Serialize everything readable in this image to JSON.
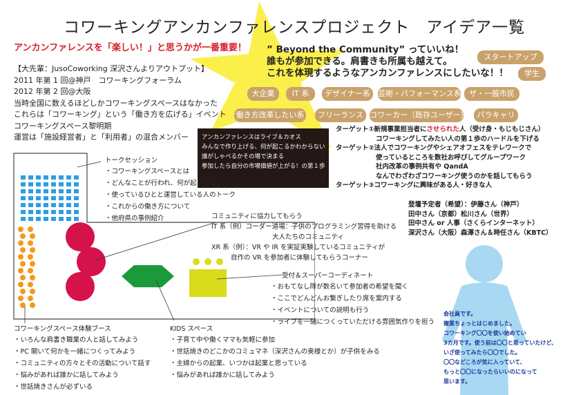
{
  "title": "コワーキングアンカンファレンスプロジェクト　アイデア一覧",
  "subtitle": "アンカンファレンスを「楽しい！」と思うかが一番重要！",
  "intro_lines": [
    "【大先輩：JusoCoworking 深沢さんよりアウトプット】",
    "2011 年第 1 回@神戸　コワーキングフォーラム",
    "2012 年第 2 回@大阪",
    "当時全国に数えるほどしかコワーキングスペースはなかった",
    "これらは「コワーキング」という「働き方を広げる」イベント",
    "コワーキングスペース黎明期",
    "運営は「施設経営者」と「利用者」の混合メンバー"
  ],
  "beyond_lines": [
    "” Beyond the Community” っていいね！",
    "誰もが参加できる。肩書きも所属も越えて。",
    "これを体現するようなアンカンファレンスにしたいな！！"
  ],
  "tags": [
    "スタートアップ",
    "学生",
    "大企業",
    "IT 系",
    "デザイナー系",
    "芸術・パフォーマンス系",
    "ザ・一般市民",
    "働き方改革したい系",
    "フリーランス",
    "コワーカー（既存ユーザー）",
    "パラキャリ"
  ],
  "black_box_lines": [
    "アンカンファレンスはライブ＆カオス",
    "みんなで作り上げる、何が起こるかわからない",
    "誰がしゃべるかその場で決まる",
    "参加したら自分の市場価値が上がる！の第１歩"
  ],
  "targets": {
    "t1_a": "ターゲット①新規事業担当者に",
    "t1_red": "させられた",
    "t1_b": "人（受け身・もじもじさん）",
    "t1_line2": "コワーキングしてみたい人の第１歩のハードルを下げる",
    "t2_line1": "ターゲット②法人でコワーキングやシェアオフェスをテレワークで",
    "t2_line2": "使っているところを数社お呼びしてグループワーク",
    "t2_line3": "社内改革の事例共有や QandA",
    "t2_line4": "なんでわざわざコワーキング使うのかを話してもらう",
    "t3": "ターゲット③コワーキングに興味がある人・好きな人"
  },
  "speakers": [
    "登壇予定者（希望）：伊藤さん（神戸）",
    "田中さん（京都）松川さん（世界）",
    "田中さん or 人事（さくらインターネット）",
    "深沢さん（大阪）森澤さん＆時任さん（KBTC）"
  ],
  "talk_session": {
    "heading": "トークセッション",
    "items": [
      "・コワーキングスペースとは",
      "・どんなことが行われ、何が起きるのか",
      "・使っているひとと運営している人のトーク",
      "・これからの働き方について",
      "・他府県の事例紹介"
    ]
  },
  "community": {
    "lines": [
      "コミュニティに協力してもらう",
      "IT 系（例）コーダー道場：子供のプログラミング習得を助ける",
      "大人たちのコミュニティ",
      "XR 系（例）：VR や IR を実証実験しているコミュニティが",
      "自作の VR を参加者に体験してもらうコーナー"
    ]
  },
  "reception": {
    "heading": "受付＆スーパーコーディネート",
    "items": [
      "・おもてなし隊が数名いて参加者の希望を聞く",
      "・ここでどんどんお繋ぎしたり席を案内する",
      "・イベントについての説明も行う",
      "・ライブを一緒につくっていただける雰囲気作りを担う"
    ]
  },
  "booth": {
    "heading": "コワーキングスペース体験ブース",
    "items": [
      "・いろんな肩書き職業の人と話してみよう",
      "・PC 開いて何かを一緒につくってみよう",
      "・コミュニティの方々とその活動について話す",
      "・悩みがあれば誰かに話してみよう",
      "・世話焼きさんが必ずいる"
    ]
  },
  "kids": {
    "heading": "KIDS スペース",
    "items": [
      "・子育て中や働くママも気軽に参加",
      "・世話焼きのどこかのコミュマネ（深沢さんの奥様とか）が子供をみる",
      "・主婦からの起業、いつかは起業と思っている",
      "・悩みがあれば誰かに話してみよう"
    ]
  },
  "person_lines": [
    "会社員です。",
    "複業ちょっとはじめました。",
    "コワーキング〇〇を使い始めてい",
    "3カ月です。使う前は〇〇と思っていたけど、",
    "いざ使ってみたら〇〇でした。",
    "〇〇などころが気に入っていて、",
    "もっと〇〇になったらいいのになって",
    "思います。"
  ],
  "colors": {
    "accent_red": "#d61f2a",
    "tag_brown": "#c9a26b",
    "star_yellow": "#fbef4c",
    "seat_blue": "#2e9ee0",
    "crimson": "#d6124a",
    "green": "#1a9a3b",
    "lime": "#d9dc1c",
    "orange": "#f39a1e",
    "person_blue": "#a9d8f2"
  }
}
